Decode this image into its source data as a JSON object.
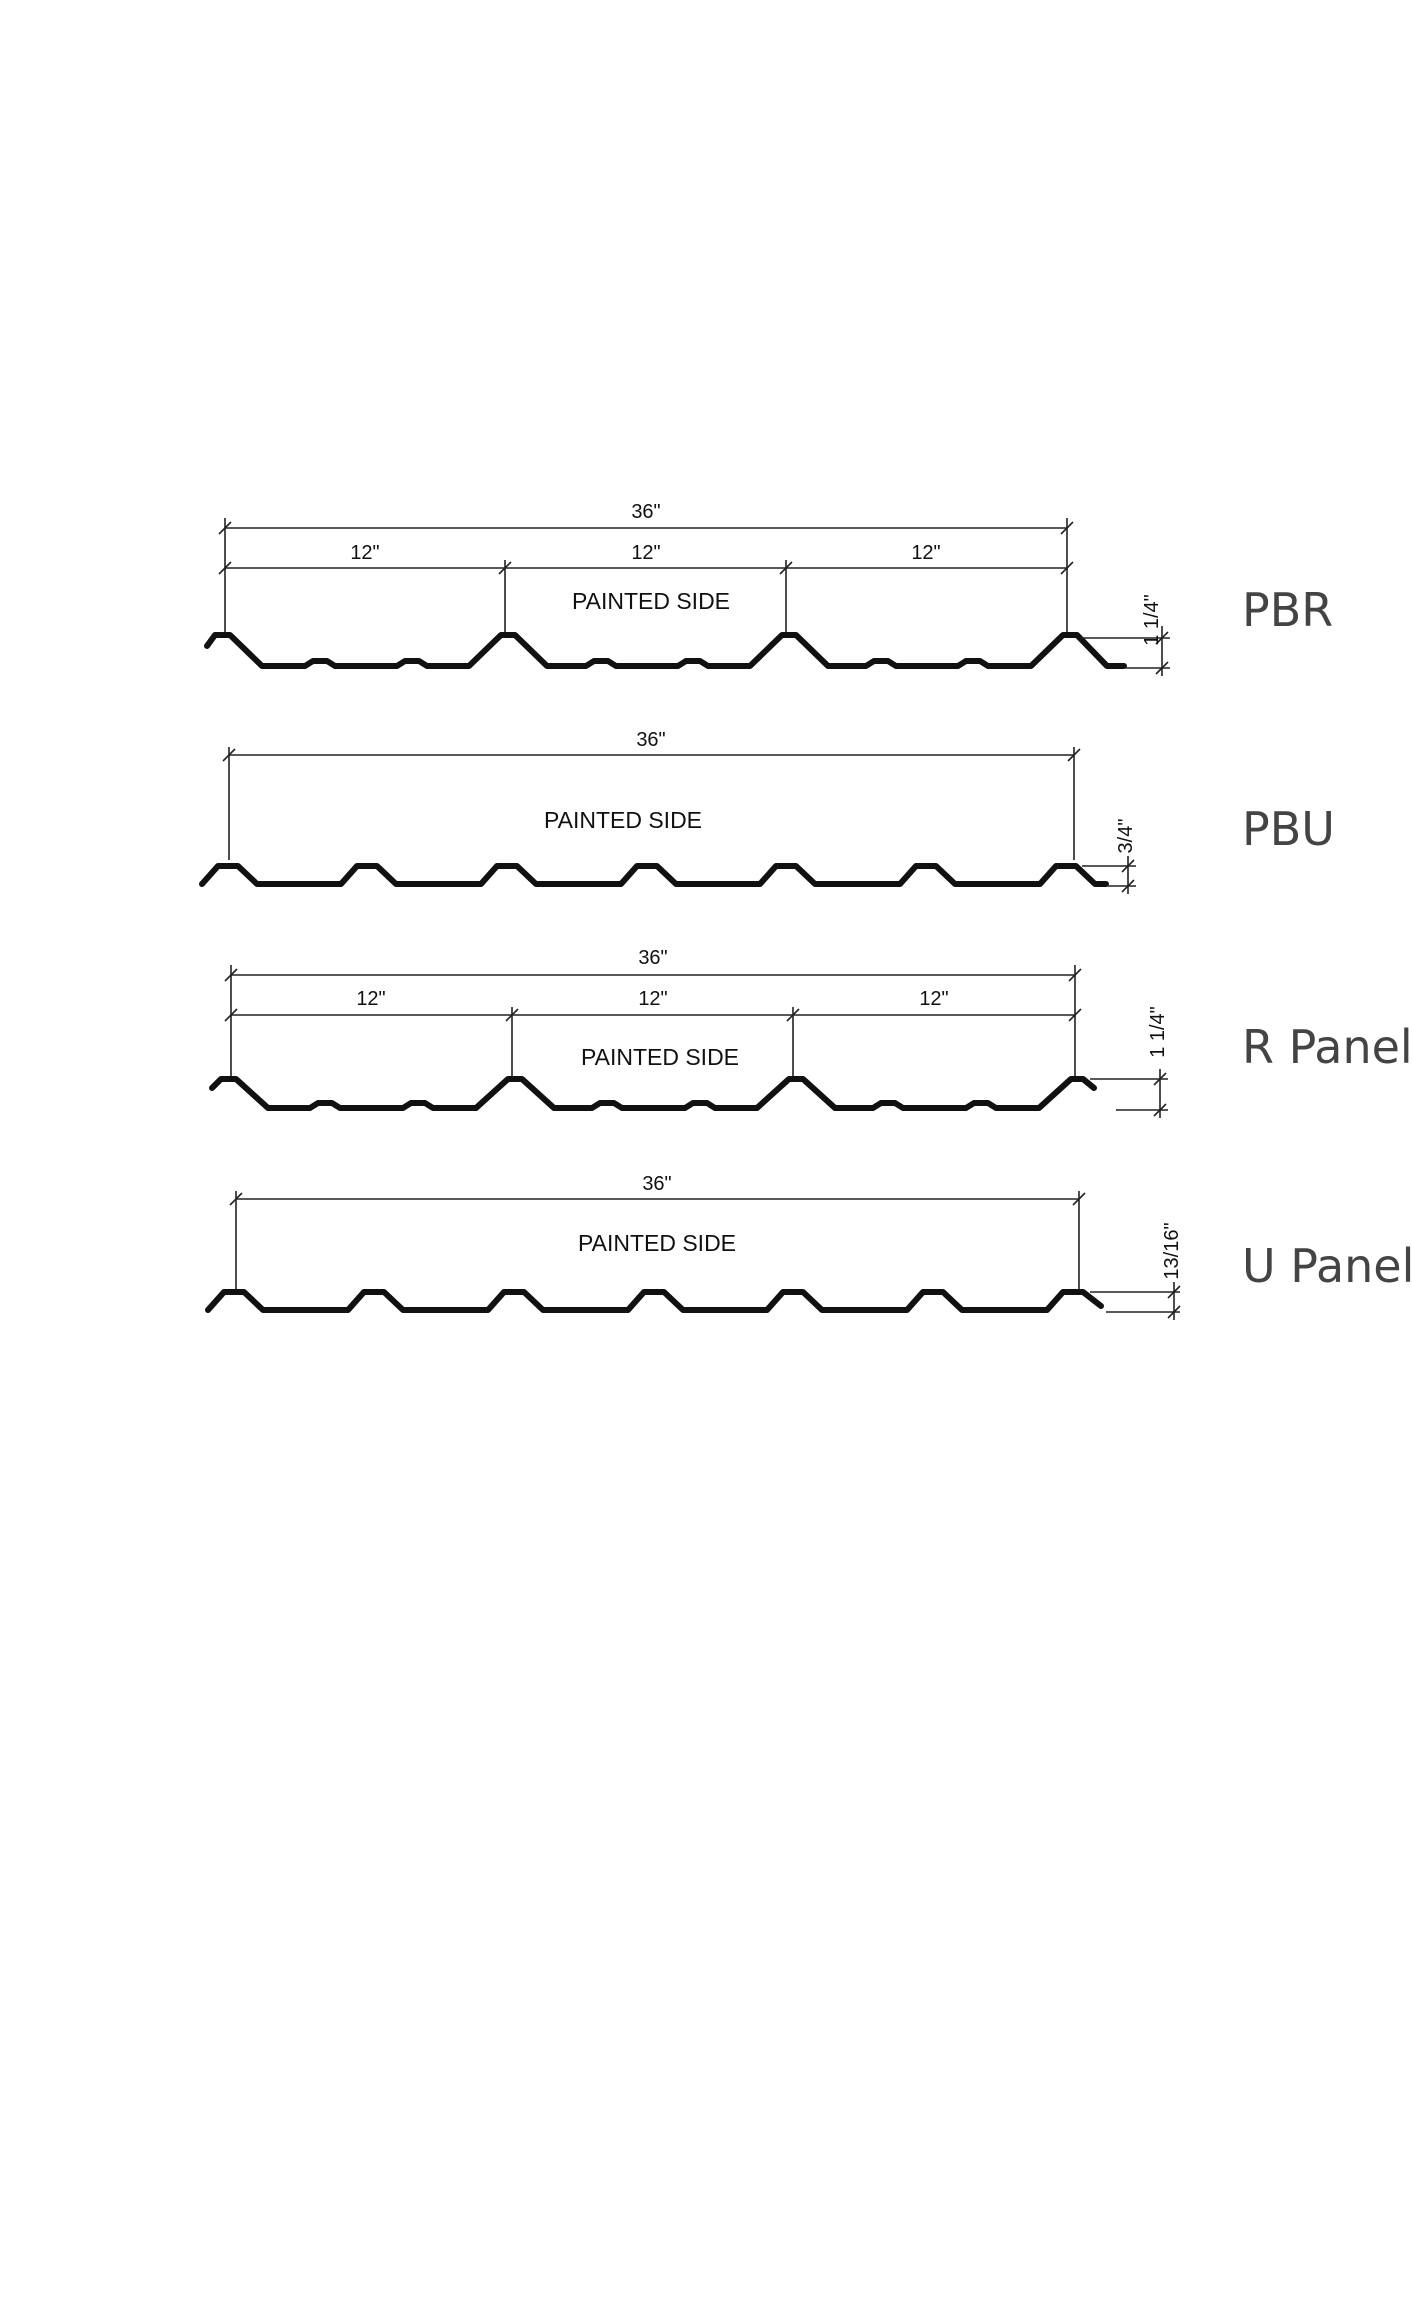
{
  "panels": [
    {
      "id": "pbr",
      "name": "PBR",
      "overall_width_label": "36\"",
      "section_labels": [
        "12\"",
        "12\"",
        "12\""
      ],
      "side_label": "PAINTED SIDE",
      "height_label": "1 1/4\""
    },
    {
      "id": "pbu",
      "name": "PBU",
      "overall_width_label": "36\"",
      "section_labels": [],
      "side_label": "PAINTED SIDE",
      "height_label": "3/4\""
    },
    {
      "id": "r-panel",
      "name": "R Panel",
      "overall_width_label": "36\"",
      "section_labels": [
        "12\"",
        "12\"",
        "12\""
      ],
      "side_label": "PAINTED SIDE",
      "height_label": "1 1/4\""
    },
    {
      "id": "u-panel",
      "name": "U Panel",
      "overall_width_label": "36\"",
      "section_labels": [],
      "side_label": "PAINTED SIDE",
      "height_label": "13/16\""
    }
  ]
}
